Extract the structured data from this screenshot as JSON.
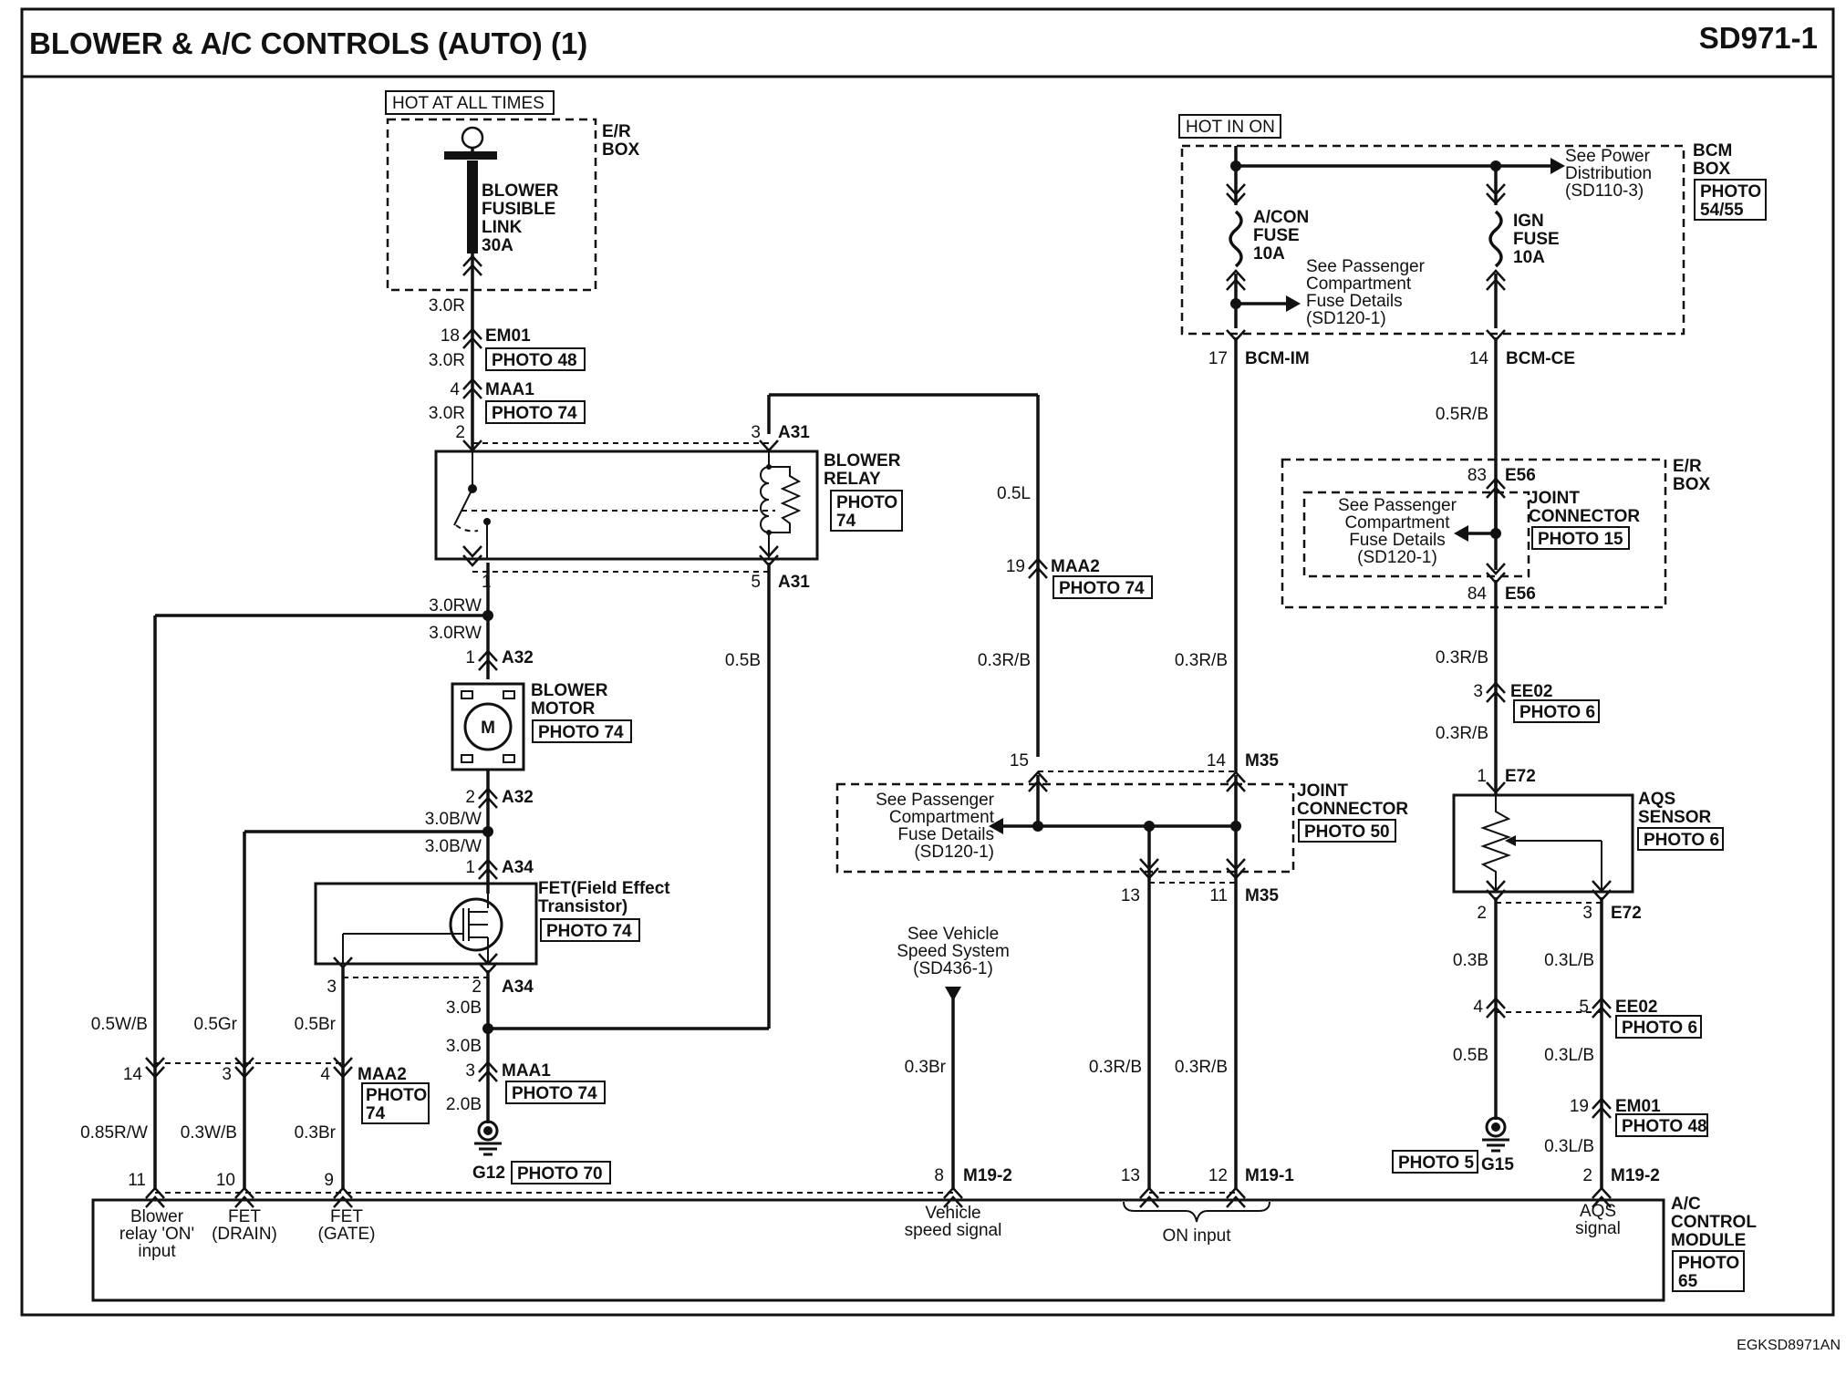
{
  "header": {
    "title": "BLOWER & A/C CONTROLS (AUTO) (1)",
    "code": "SD971-1"
  },
  "footer": {
    "image_code": "EGKSD8971AN"
  },
  "power": {
    "hot_at_all_times": "HOT AT ALL TIMES",
    "hot_in_on": "HOT IN ON"
  },
  "er_box": {
    "label_1": "E/R",
    "label_2": "BOX"
  },
  "fusible_link": {
    "l1": "BLOWER",
    "l2": "FUSIBLE",
    "l3": "LINK",
    "l4": "30A"
  },
  "bcm_box": {
    "l1": "BCM",
    "l2": "BOX",
    "photo_1": "PHOTO",
    "photo_2": "54/55"
  },
  "acon_fuse": {
    "l1": "A/CON",
    "l2": "FUSE",
    "l3": "10A"
  },
  "ign_fuse": {
    "l1": "IGN",
    "l2": "FUSE",
    "l3": "10A"
  },
  "see_power_dist": {
    "l1": "See Power",
    "l2": "Distribution",
    "l3": "(SD110-3)"
  },
  "see_pass_fuse": {
    "l1": "See Passenger",
    "l2": "Compartment",
    "l3": "Fuse Details",
    "l4": "(SD120-1)"
  },
  "see_vehicle_speed": {
    "l1": "See Vehicle",
    "l2": "Speed System",
    "l3": "(SD436-1)"
  },
  "blower_relay": {
    "l1": "BLOWER",
    "l2": "RELAY",
    "photo_1": "PHOTO",
    "photo_2": "74"
  },
  "blower_motor": {
    "l1": "BLOWER",
    "l2": "MOTOR",
    "photo": "PHOTO 74",
    "symbol": "M"
  },
  "fet": {
    "l1": "FET(Field Effect",
    "l2": "Transistor)",
    "photo": "PHOTO 74"
  },
  "joint_connector_1": {
    "l1": "JOINT",
    "l2": "CONNECTOR",
    "photo": "PHOTO 15"
  },
  "joint_connector_2": {
    "l1": "JOINT",
    "l2": "CONNECTOR",
    "photo": "PHOTO 50"
  },
  "er_box_2": {
    "l1": "E/R",
    "l2": "BOX"
  },
  "aqs_sensor": {
    "l1": "AQS",
    "l2": "SENSOR",
    "photo": "PHOTO 6"
  },
  "module": {
    "l1": "A/C",
    "l2": "CONTROL",
    "l3": "MODULE",
    "photo_1": "PHOTO",
    "photo_2": "65"
  },
  "module_pins": {
    "blower_relay_1": "Blower",
    "blower_relay_2": "relay 'ON'",
    "blower_relay_3": "input",
    "fet_drain_1": "FET",
    "fet_drain_2": "(DRAIN)",
    "fet_gate_1": "FET",
    "fet_gate_2": "(GATE)",
    "vehicle_speed_1": "Vehicle",
    "vehicle_speed_2": "speed signal",
    "on_input": "ON input",
    "aqs_signal_1": "AQS",
    "aqs_signal_2": "signal"
  },
  "connectors": {
    "em01": "EM01",
    "maa1": "MAA1",
    "a31": "A31",
    "a32": "A32",
    "a34": "A34",
    "maa2": "MAA2",
    "bcm_im": "BCM-IM",
    "bcm_ce": "BCM-CE",
    "e56": "E56",
    "ee02": "EE02",
    "e72": "E72",
    "m35": "M35",
    "m19_2": "M19-2",
    "m19_1": "M19-1",
    "g12": "G12",
    "g15": "G15"
  },
  "photos": {
    "p48": "PHOTO 48",
    "p74": "PHOTO 74",
    "p6": "PHOTO 6",
    "p70": "PHOTO 70",
    "p5": "PHOTO 5",
    "maa2_1": "PHOTO",
    "maa2_2": "74"
  },
  "pins": {
    "p18": "18",
    "p4": "4",
    "p2": "2",
    "p3": "3",
    "p1": "1",
    "p5": "5",
    "p19": "19",
    "p17": "17",
    "p14": "14",
    "p83": "83",
    "p84": "84",
    "p15": "15",
    "p13": "13",
    "p11": "11",
    "p12": "12",
    "p10": "10",
    "p9": "9",
    "p8": "8"
  },
  "wires": {
    "w30r": "3.0R",
    "w30rw": "3.0RW",
    "w30bw": "3.0B/W",
    "w30b": "3.0B",
    "w20b": "2.0B",
    "w05l": "0.5L",
    "w05b": "0.5B",
    "w03rb": "0.3R/B",
    "w05rb": "0.5R/B",
    "w05wb": "0.5W/B",
    "w05gr": "0.5Gr",
    "w05br": "0.5Br",
    "w085rw": "0.85R/W",
    "w03wb": "0.3W/B",
    "w03br": "0.3Br",
    "w03br_cap": "0.3Br",
    "w03b": "0.3B",
    "w03lb": "0.3L/B",
    "w05b2": "0.5B"
  }
}
